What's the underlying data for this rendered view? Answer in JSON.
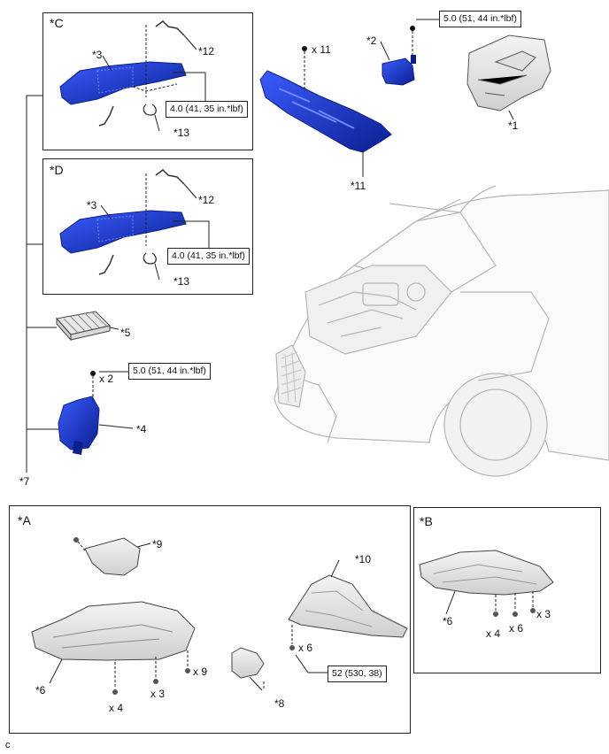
{
  "frame_labels": {
    "C": "*C",
    "D": "*D",
    "A": "*A",
    "B": "*B"
  },
  "callouts": {
    "c1": "*1",
    "c2": "*2",
    "c3a": "*3",
    "c3b": "*3",
    "c4": "*4",
    "c5": "*5",
    "c6a": "*6",
    "c6b": "*6",
    "c7": "*7",
    "c8": "*8",
    "c9": "*9",
    "c10": "*10",
    "c11": "*11",
    "c12a": "*12",
    "c12b": "*12",
    "c13a": "*13",
    "c13b": "*13"
  },
  "torques": {
    "cover": "5.0 (51, 44 in.*lbf)",
    "duct_c": "4.0 (41, 35 in.*lbf)",
    "duct_d": "4.0 (41, 35 in.*lbf)",
    "cleaner": "5.0 (51, 44 in.*lbf)",
    "fender": "52 (530, 38)"
  },
  "quantities": {
    "q11": "x 11",
    "q2": "x 2",
    "q4a": "x 4",
    "q3a": "x 3",
    "q9": "x 9",
    "q6a": "x 6",
    "q4b": "x 4",
    "q6b": "x 6",
    "q3b": "x 3"
  },
  "footer_code": "c",
  "colors": {
    "part_blue": "#1f3fd6",
    "part_dark": "#0a1f8f",
    "line": "#222222",
    "ghost": "#b5b5b5"
  }
}
